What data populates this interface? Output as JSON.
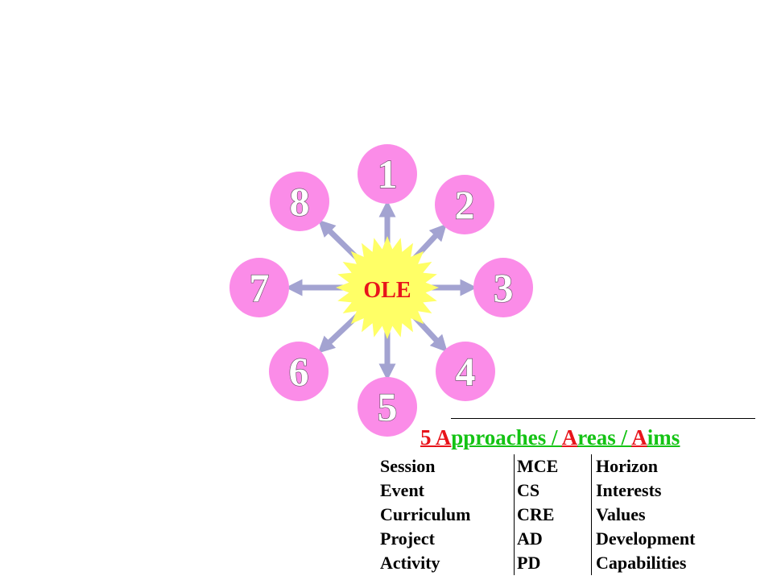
{
  "diagram": {
    "center_label": "OLE",
    "nodes": [
      {
        "label": "1"
      },
      {
        "label": "2"
      },
      {
        "label": "3"
      },
      {
        "label": "4"
      },
      {
        "label": "5"
      },
      {
        "label": "6"
      },
      {
        "label": "7"
      },
      {
        "label": "8"
      }
    ],
    "colors": {
      "node_fill": "#fb8ce8",
      "star_fill": "#ffff66",
      "arrow": "#a3a3d1",
      "title_red": "#e8141b",
      "title_green": "#14c314"
    }
  },
  "legend": {
    "title_parts": [
      {
        "text": "5 ",
        "color": "red"
      },
      {
        "text": "A",
        "color": "red"
      },
      {
        "text": "pproaches / ",
        "color": "green"
      },
      {
        "text": "A",
        "color": "red"
      },
      {
        "text": "reas / ",
        "color": "green"
      },
      {
        "text": "A",
        "color": "red"
      },
      {
        "text": "ims",
        "color": "green"
      }
    ],
    "approaches": [
      "Session",
      "Event",
      "Curriculum",
      "Project",
      "Activity"
    ],
    "areas": [
      "MCE",
      "CS",
      "CRE",
      "AD",
      "PD"
    ],
    "aims": [
      "Horizon",
      "Interests",
      "Values",
      "Development",
      "Capabilities"
    ]
  }
}
